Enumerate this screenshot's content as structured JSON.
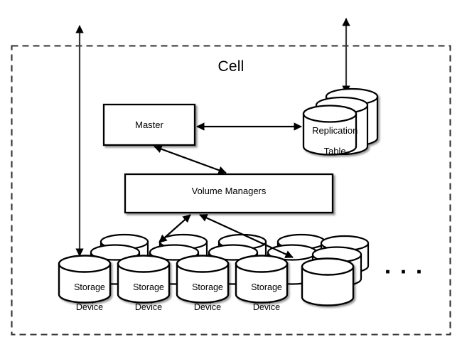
{
  "diagram": {
    "title": "Cell",
    "boundary": {
      "name": "Cell",
      "style": "dashed"
    },
    "nodes": {
      "master": {
        "label": "Master",
        "shape": "rectangle"
      },
      "volume_managers": {
        "label": "Volume Managers",
        "shape": "rectangle"
      },
      "replication_table": {
        "label": "Replication\nTable",
        "line1": "Replication",
        "line2": "Table",
        "shape": "cylinder-stack",
        "stack_count": 3
      },
      "storage_device": {
        "label": "Storage\nDevice",
        "line1": "Storage",
        "line2": "Device",
        "shape": "cylinder-stack",
        "stack_count": 3
      }
    },
    "storage_devices": [
      {
        "line1": "Storage",
        "line2": "Device"
      },
      {
        "line1": "Storage",
        "line2": "Device"
      },
      {
        "line1": "Storage",
        "line2": "Device"
      },
      {
        "line1": "Storage",
        "line2": "Device"
      }
    ],
    "ellipsis": "▪ ▪ ▪",
    "edges": [
      {
        "name": "external-to-master-link",
        "from": "outside-top",
        "to": "storage-array",
        "arrows": "both-ends-vertical"
      },
      {
        "name": "external-to-replication-table",
        "from": "outside-top",
        "to": "replication_table",
        "arrows": "both"
      },
      {
        "name": "master-replication-table",
        "from": "master",
        "to": "replication_table",
        "arrows": "both"
      },
      {
        "name": "master-volume-managers",
        "from": "master",
        "to": "volume_managers",
        "arrows": "both"
      },
      {
        "name": "volume-managers-storage-left",
        "from": "volume_managers",
        "to": "storage-array",
        "arrows": "both"
      },
      {
        "name": "volume-managers-storage-right",
        "from": "volume_managers",
        "to": "storage-array",
        "arrows": "both"
      }
    ],
    "colors": {
      "stroke": "#000000",
      "fill": "#ffffff",
      "boundary": "#333333",
      "shadow": "rgba(0,0,0,0.30)"
    }
  }
}
